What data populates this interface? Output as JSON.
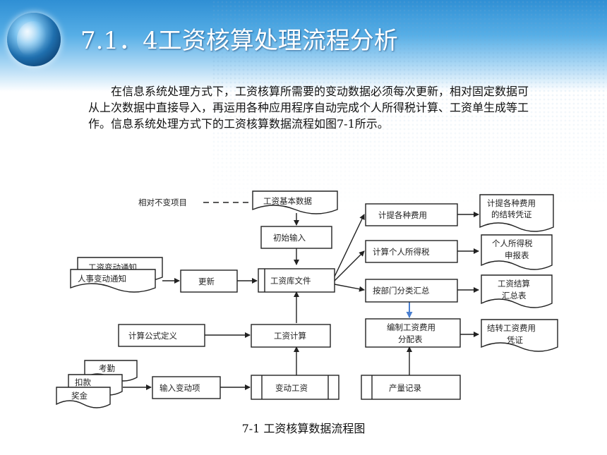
{
  "title": "7.1．4工资核算处理流程分析",
  "paragraph": "在信息系统处理方式下，工资核算所需要的变动数据必须每次更新，相对固定数据可从上次数据中直接导入，再运用各种应用程序自动完成个人所得税计算、工资单生成等工作。信息系统处理方式下的工资核算数据流程如图7-1所示。",
  "caption": "7-1 工资核算数据流程图",
  "diagram": {
    "relative_constant": "相对不变项目",
    "basic_data": "工资基本数据",
    "initial_input": "初始输入",
    "salary_change": "工资变动通知",
    "personnel_change": "人事变动通知",
    "update": "更新",
    "salary_file": "工资库文件",
    "calc_formula": "计算公式定义",
    "salary_calc": "工资计算",
    "attendance": "考勤",
    "deduction": "扣款",
    "bonus": "奖金",
    "input_change": "输入变动项",
    "variable_salary": "变动工资",
    "output_record": "产量记录",
    "accrue_fees": "计提各种费用",
    "accrue_voucher_1": "计提各种费用",
    "accrue_voucher_2": "的结转凭证",
    "calc_tax": "计算个人所得税",
    "tax_report_1": "个人所得税",
    "tax_report_2": "申报表",
    "dept_summary": "按部门分类汇总",
    "summary_table_1": "工资结算",
    "summary_table_2": "汇总表",
    "allocation_1": "编制工资费用",
    "allocation_2": "分配表",
    "transfer_voucher_1": "结转工资费用",
    "transfer_voucher_2": "凭证"
  }
}
